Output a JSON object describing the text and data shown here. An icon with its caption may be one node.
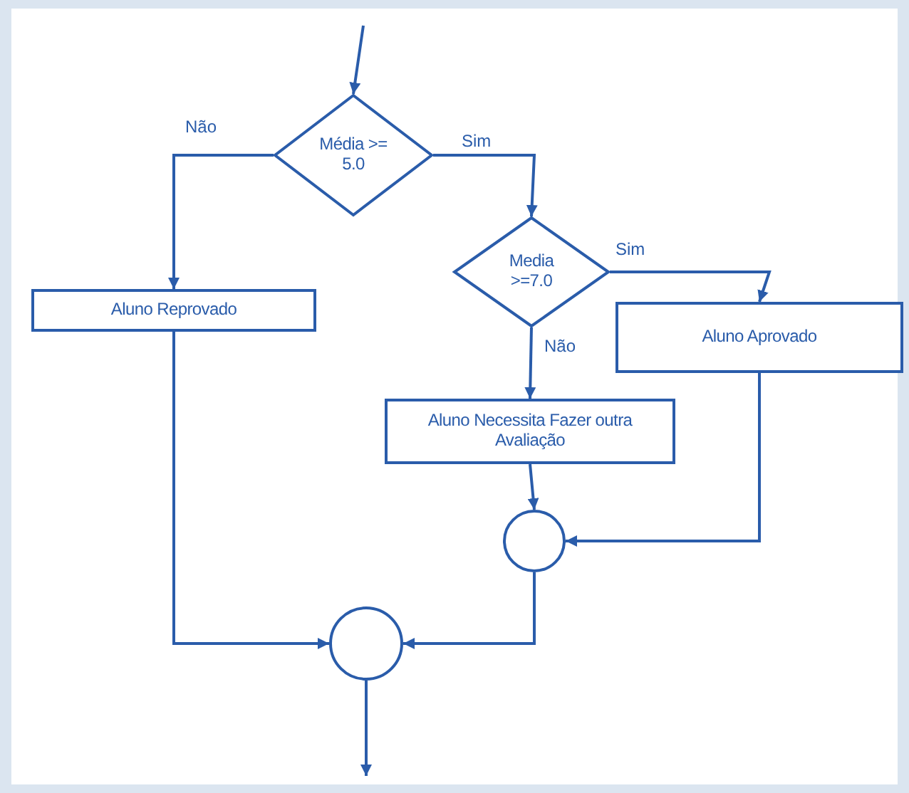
{
  "diagram": {
    "nodes": [
      {
        "text": [
          "Média >= 5.0"
        ]
      },
      {
        "text": [
          "Aluno Reprovado"
        ]
      },
      {
        "text": [
          "Media >=7.0"
        ]
      },
      {
        "text": [
          "Aluno Aprovado"
        ]
      },
      {
        "text": [
          "Aluno Necessita Fazer outra Avaliação"
        ]
      },
      {
        "text": [],
        "shape": "circle"
      },
      {
        "text": [],
        "shape": "circle"
      }
    ],
    "edges": [
      {
        "from": null,
        "to": 0,
        "arrow": "to"
      },
      {
        "from": 0,
        "to": 1,
        "arrow": "to",
        "label": "Não"
      },
      {
        "from": 0,
        "to": 2,
        "arrow": "to",
        "label": "Sim"
      },
      {
        "from": 2,
        "to": 3,
        "arrow": "to",
        "label": "Sim"
      },
      {
        "from": 2,
        "to": 4,
        "arrow": "to",
        "label": "Não"
      },
      {
        "from": 4,
        "to": 5,
        "arrow": "to"
      },
      {
        "from": 3,
        "to": 5,
        "arrow": "to"
      },
      {
        "from": 1,
        "to": 6,
        "arrow": "to"
      },
      {
        "from": 5,
        "to": 6,
        "arrow": "to"
      },
      {
        "from": 6,
        "to": null,
        "arrow": "to"
      }
    ]
  }
}
